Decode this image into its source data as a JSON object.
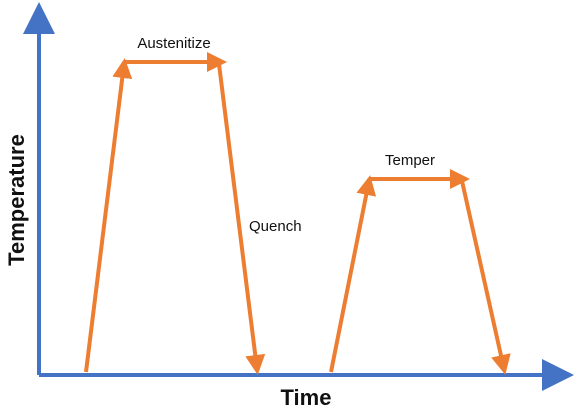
{
  "diagram": {
    "x_axis_label": "Time",
    "y_axis_label": "Temperature",
    "stages": {
      "austenitize": "Austenitize",
      "quench": "Quench",
      "temper": "Temper"
    },
    "colors": {
      "axis": "#4472C4",
      "path": "#ED7D31"
    }
  }
}
